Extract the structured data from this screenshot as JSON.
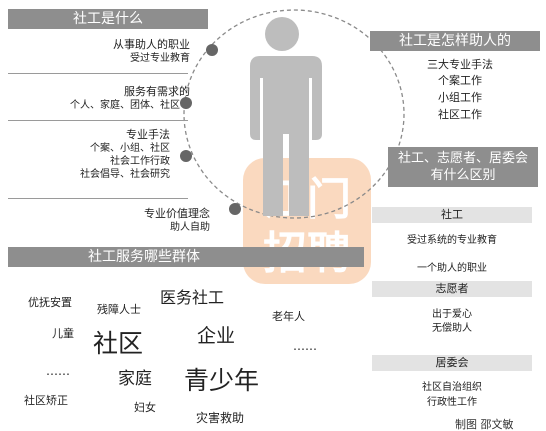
{
  "what_is": {
    "header": "社工是什么",
    "items": [
      {
        "title": "从事助人的职业",
        "sub": "受过专业教育"
      },
      {
        "title": "服务有需求的",
        "sub": "个人、家庭、团体、社区等"
      },
      {
        "title": "专业手法",
        "sub_lines": [
          "个案、小组、社区",
          "社会工作行政",
          "社会倡导、社会研究"
        ]
      },
      {
        "title": "专业价值理念",
        "sub": "助人自助"
      }
    ]
  },
  "how_help": {
    "header": "社工是怎样助人的",
    "lines": [
      "三大专业手法",
      "个案工作",
      "小组工作",
      "社区工作"
    ]
  },
  "difference": {
    "header_lines": [
      "社工、志愿者、居委会",
      "有什么区别"
    ],
    "groups": [
      {
        "label": "社工",
        "lines": [
          "受过系统的专业教育",
          "一个助人的职业"
        ]
      },
      {
        "label": "志愿者",
        "lines": [
          "出于爱心",
          "无偿助人"
        ]
      },
      {
        "label": "居委会",
        "lines": [
          "社区自治组织",
          "行政性工作"
        ]
      }
    ]
  },
  "groups_served": {
    "header": "社工服务哪些群体",
    "words": [
      "优抚安置",
      "残障人士",
      "医务社工",
      "老年人",
      "儿童",
      "社区",
      "企业",
      "……",
      "……",
      "家庭",
      "青少年",
      "社区矫正",
      "妇女",
      "灾害救助"
    ]
  },
  "watermark": {
    "line1": "江门",
    "line2": "招聘"
  },
  "credit": "制图 邵文敏",
  "colors": {
    "header_bg": "#8e8e8e",
    "subbar_bg": "#e3e3e3",
    "figure": "#bdbdbd",
    "watermark": "#f08a3c"
  }
}
